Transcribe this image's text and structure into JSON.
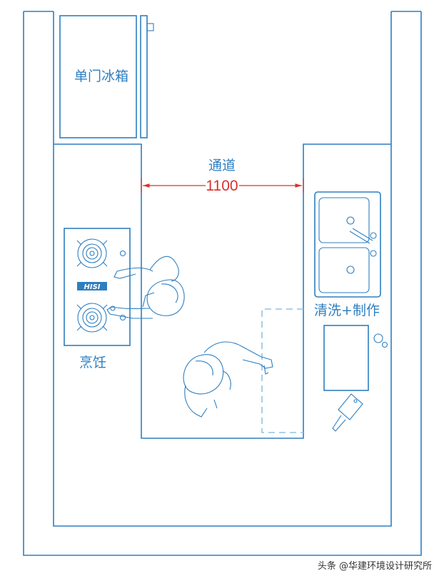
{
  "labels": {
    "fridge": "单门冰箱",
    "aisle": "通道",
    "aisle_width": "1100",
    "cooking": "烹饪",
    "washing": "清洗+制作",
    "stove_brand": "HISI"
  },
  "watermark": "头条 @华建环境设计研究所",
  "colors": {
    "line": "#2e7fc0",
    "dimension": "#d9302f",
    "dashed": "#8fc3e6"
  }
}
